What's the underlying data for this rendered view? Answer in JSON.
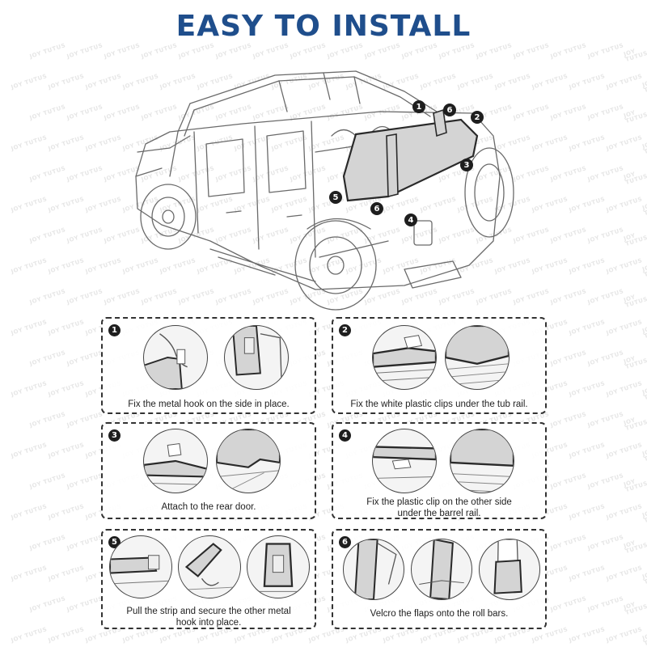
{
  "page": {
    "title": "EASY TO INSTALL",
    "title_color": "#1f4e8c"
  },
  "watermark": {
    "text_line1": "JOY",
    "text_line2": "TUTUS",
    "color": "#e6e6e6"
  },
  "hero_callouts": [
    "1",
    "6",
    "2",
    "3",
    "5",
    "6",
    "4"
  ],
  "colors": {
    "panel_fill": "#d4d4d4",
    "panel_edge": "#2a2a2a",
    "line": "#555555",
    "badge": "#1e1e1e"
  },
  "steps": [
    {
      "number": "1",
      "caption_lines": [
        "Fix the metal hook on the side in place."
      ]
    },
    {
      "number": "2",
      "caption_lines": [
        "Fix the white plastic clips under the tub rail."
      ]
    },
    {
      "number": "3",
      "caption_lines": [
        "Attach to the rear door."
      ]
    },
    {
      "number": "4",
      "caption_lines": [
        "Fix the plastic clip on the other side",
        "under the barrel rail."
      ]
    },
    {
      "number": "5",
      "caption_lines": [
        "Pull the strip and secure the other metal",
        "hook into place."
      ]
    },
    {
      "number": "6",
      "caption_lines": [
        "Velcro the flaps onto the roll bars."
      ]
    }
  ]
}
